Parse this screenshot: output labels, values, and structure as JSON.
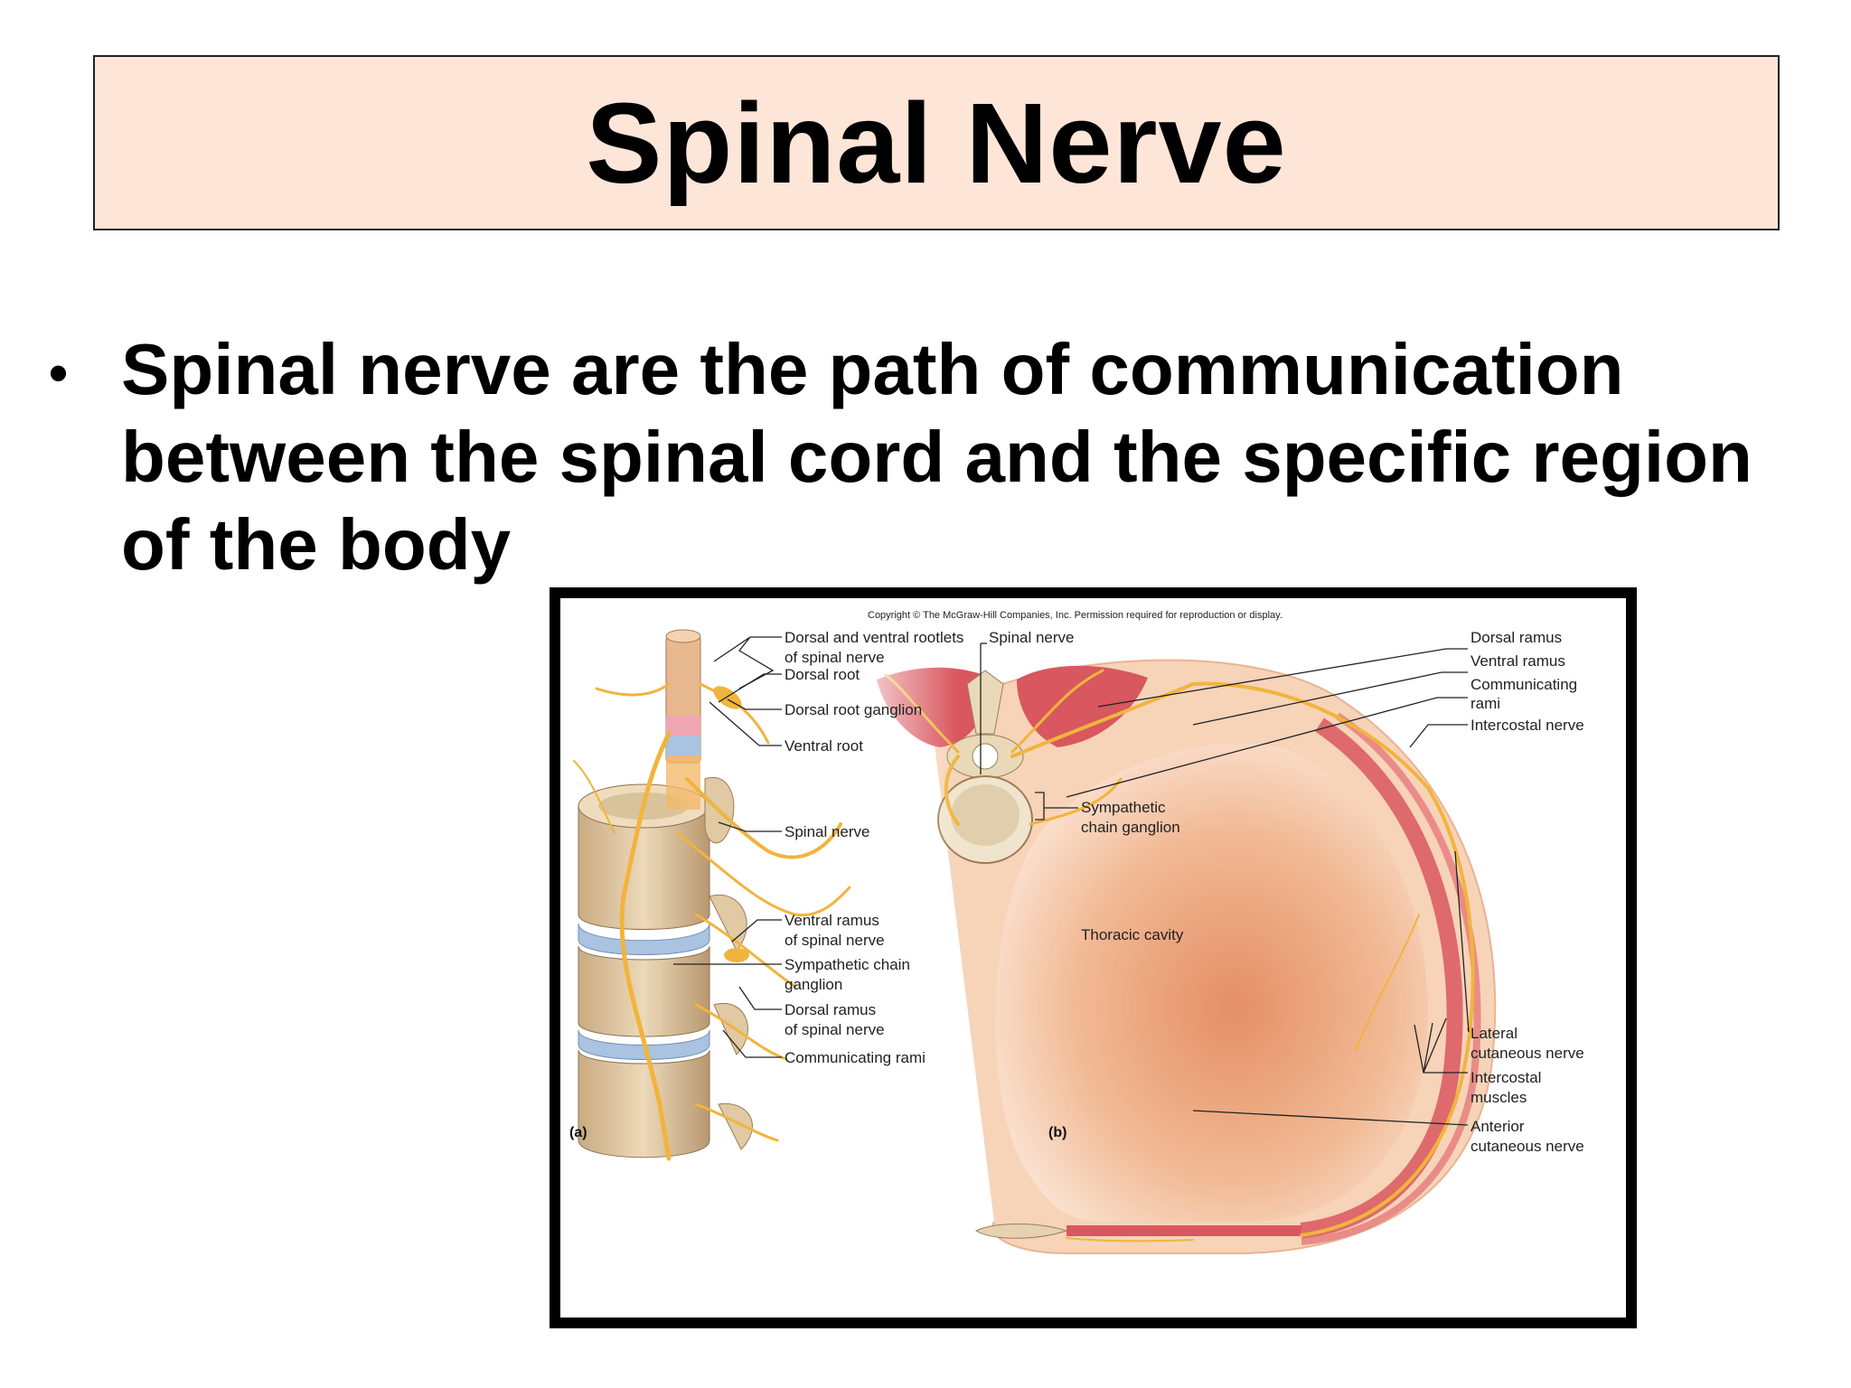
{
  "slide": {
    "title": "Spinal Nerve",
    "bullet": "Spinal nerve are the path of communication between the spinal cord and the specific region of the body"
  },
  "figure": {
    "copyright": "Copyright © The McGraw-Hill Companies, Inc. Permission required for reproduction or display.",
    "panel_a": {
      "tag": "(a)",
      "labels": {
        "rootlets_1": "Dorsal and ventral rootlets",
        "rootlets_2": "of spinal nerve",
        "dorsal_root": "Dorsal root",
        "drg": "Dorsal root ganglion",
        "ventral_root": "Ventral root",
        "spinal_nerve": "Spinal nerve",
        "ventral_ramus_1": "Ventral ramus",
        "ventral_ramus_2": "of spinal nerve",
        "symp_1": "Sympathetic chain",
        "symp_2": "ganglion",
        "dorsal_ramus_1": "Dorsal ramus",
        "dorsal_ramus_2": "of spinal nerve",
        "comm_rami": "Communicating rami"
      }
    },
    "panel_b": {
      "tag": "(b)",
      "labels": {
        "spinal_nerve": "Spinal nerve",
        "dorsal_ramus": "Dorsal ramus",
        "ventral_ramus": "Ventral ramus",
        "comm_1": "Communicating",
        "comm_2": "rami",
        "intercostal_nerve": "Intercostal nerve",
        "symp_1": "Sympathetic",
        "symp_2": "chain ganglion",
        "thoracic": "Thoracic cavity",
        "lateral_1": "Lateral",
        "lateral_2": "cutaneous nerve",
        "muscles_1": "Intercostal",
        "muscles_2": "muscles",
        "anterior_1": "Anterior",
        "anterior_2": "cutaneous nerve"
      }
    },
    "colors": {
      "nerve": "#f1b43c",
      "bone": "#e6d1b0",
      "disc": "#a9c3e0",
      "muscle": "#d9575f",
      "cavity": "#f0b28f"
    }
  }
}
